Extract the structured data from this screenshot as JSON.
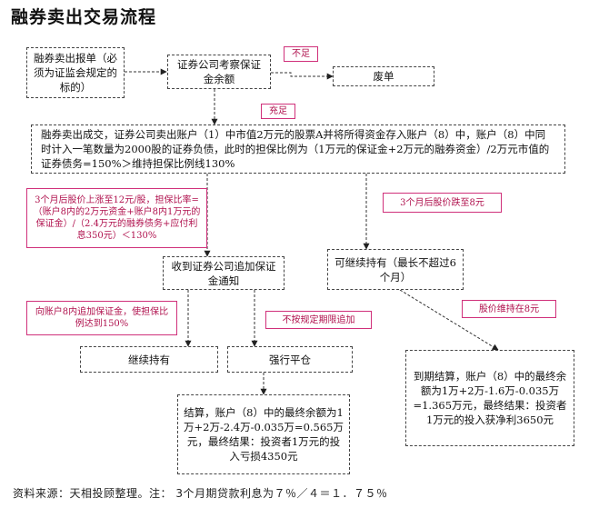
{
  "title": "融券卖出交易流程",
  "nodes": {
    "short_sell_order": "融券卖出报单（必须为证监会规定的标的）",
    "broker_check_margin": "证券公司考察保证金余额",
    "invalid": "废单",
    "trade_executed": "融券卖出成交，证券公司卖出账户（1）中市值2万元的股票A并将所得资金存入账户（8）中，账户（8）中同时计入一笔数量为2000股的证券负债，此时的担保比例为（1万元的保证金+2万元的融券资金）/2万元市值的证券债务=150%＞维持担保比例线130%",
    "margin_call_notice": "收到证券公司追加保证金通知",
    "can_continue_holding": "可继续持有（最长不超过6个月）",
    "continue_holding": "继续持有",
    "forced_liquidation": "强行平仓",
    "settlement_loss": "结算，账户（8）中的最终余额为1万+2万-2.4万-0.035万=0.565万元，最终结果：投资者1万元的投入亏损4350元",
    "settlement_gain": "到期结算，账户（8）中的最终余额为1万+2万-1.6万-0.035万=1.365万元，最终结果：投资者1万元的投入获净利3650元"
  },
  "labels": {
    "insufficient": "不足",
    "sufficient": "充足",
    "price_rise": "3个月后股价上涨至12元/股，担保比率=（账户8内的2万元资金+账户8内1万元的保证金）/（2.4万元的融券债务+应付利息350元）＜130%",
    "price_fall": "3个月后股价跌至8元",
    "add_margin": "向账户8内追加保证金，使担保比例达到150%",
    "no_timely_add": "不按规定期限追加",
    "price_stays": "股价维持在8元"
  },
  "footnote": "资料来源：天相投顾整理。注： 3个月期贷款利息为７％／４＝１．７５％"
}
